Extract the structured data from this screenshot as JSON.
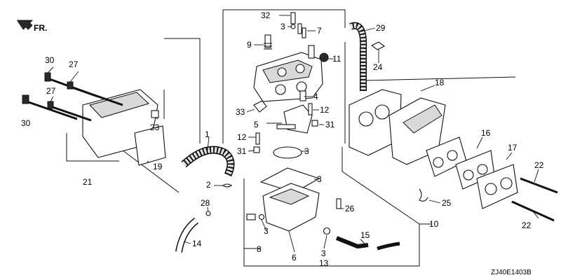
{
  "orientation": {
    "label": "FR."
  },
  "diagram_code": "ZJ40E1403B",
  "callouts": {
    "c1": "1",
    "c2": "2",
    "c3a": "3",
    "c3b": "3",
    "c3c": "3",
    "c3d": "3",
    "c3e": "3",
    "c4": "4",
    "c5": "5",
    "c6": "6",
    "c7": "7",
    "c8": "8",
    "c9": "9",
    "c10": "10",
    "c11": "11",
    "c12a": "12",
    "c12b": "12",
    "c13": "13",
    "c14": "14",
    "c15": "15",
    "c16": "16",
    "c17": "17",
    "c18": "18",
    "c19": "19",
    "c21": "21",
    "c22a": "22",
    "c22b": "22",
    "c23": "23",
    "c24": "24",
    "c25": "25",
    "c26": "26",
    "c27a": "27",
    "c27b": "27",
    "c28": "28",
    "c29": "29",
    "c30a": "30",
    "c30b": "30",
    "c31a": "31",
    "c31b": "31",
    "c32": "32",
    "c33": "33"
  }
}
